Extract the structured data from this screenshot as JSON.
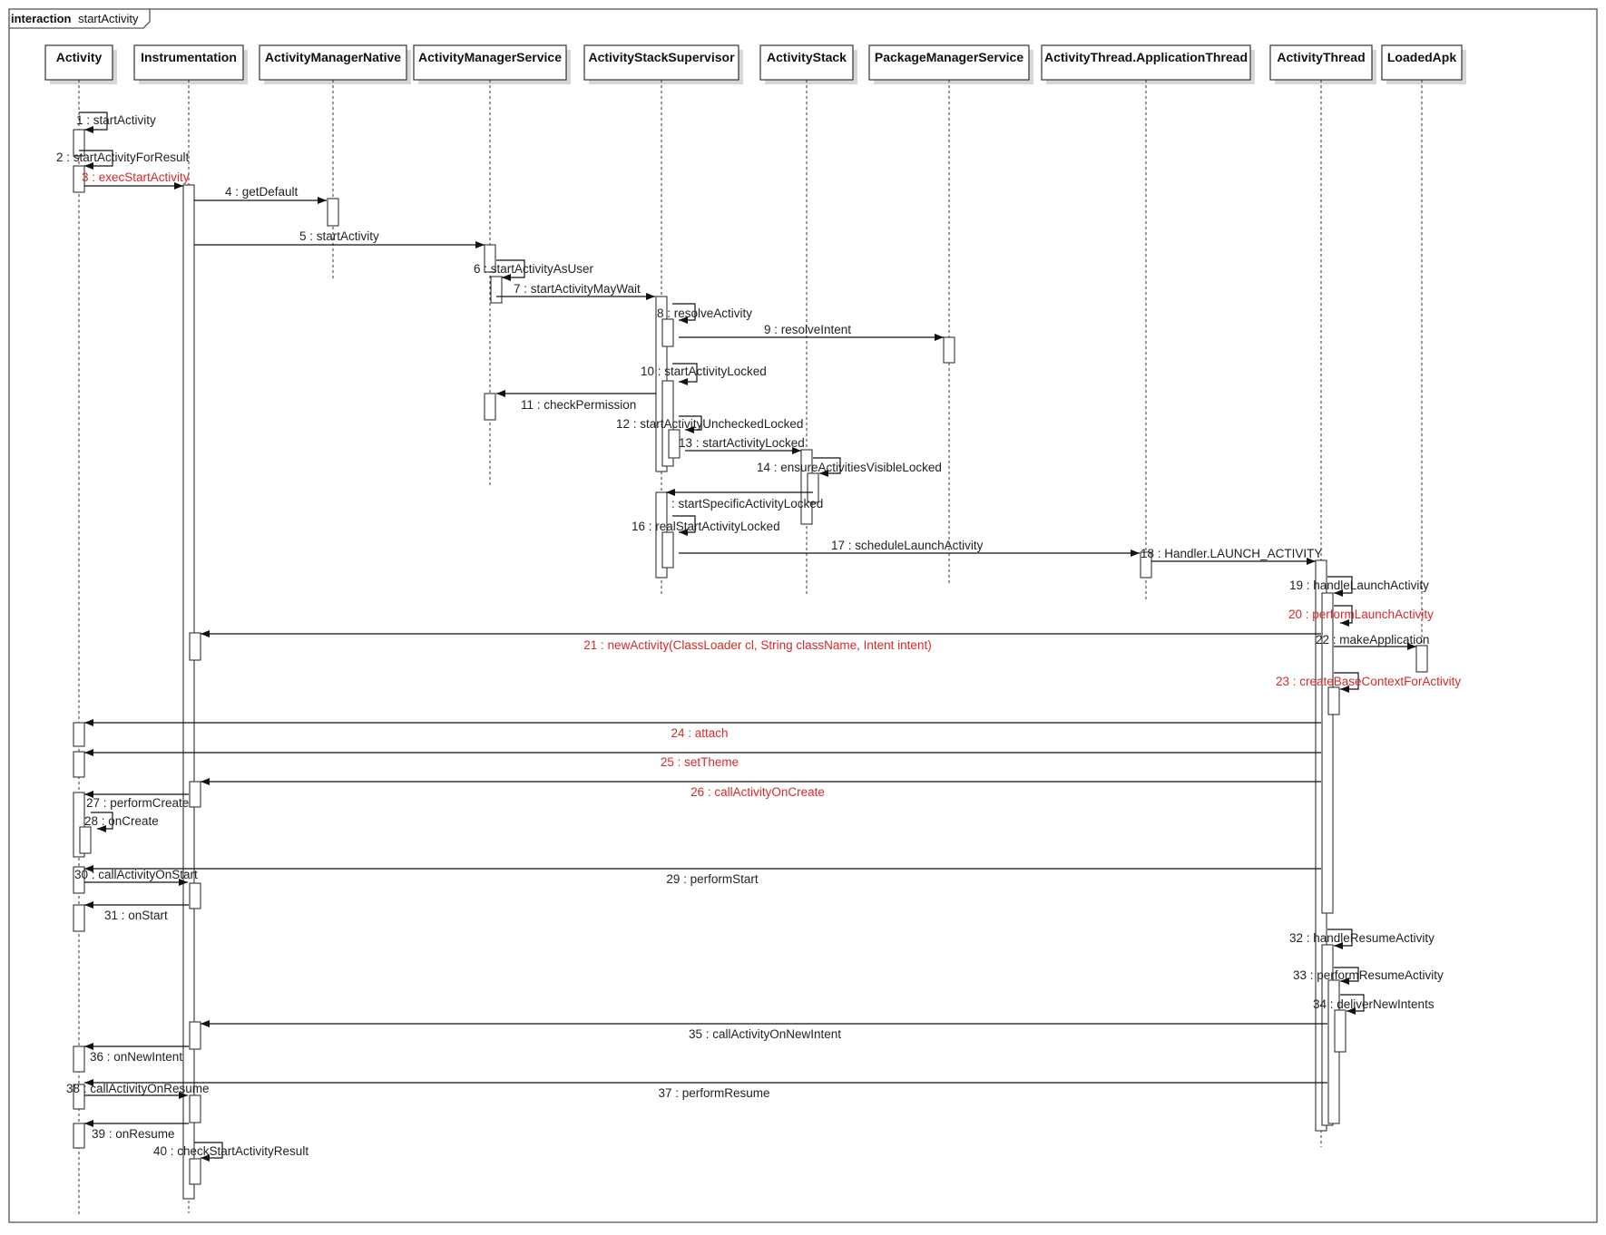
{
  "frame": {
    "keyword": "interaction",
    "name": "startActivity"
  },
  "lifelines": [
    {
      "id": "activity",
      "label": "Activity"
    },
    {
      "id": "instrumentation",
      "label": "Instrumentation"
    },
    {
      "id": "amn",
      "label": "ActivityManagerNative"
    },
    {
      "id": "ams",
      "label": "ActivityManagerService"
    },
    {
      "id": "ass",
      "label": "ActivityStackSupervisor"
    },
    {
      "id": "as",
      "label": "ActivityStack"
    },
    {
      "id": "pms",
      "label": "PackageManagerService"
    },
    {
      "id": "appthread",
      "label": "ActivityThread.ApplicationThread"
    },
    {
      "id": "at",
      "label": "ActivityThread"
    },
    {
      "id": "la",
      "label": "LoadedApk"
    }
  ],
  "messages": [
    {
      "n": 1,
      "label": "1 : startActivity",
      "from": "activity",
      "to": "activity",
      "highlight": false
    },
    {
      "n": 2,
      "label": "2 : startActivityForResult",
      "from": "activity",
      "to": "activity",
      "highlight": false
    },
    {
      "n": 3,
      "label": "3 : execStartActivity",
      "from": "activity",
      "to": "instrumentation",
      "highlight": true
    },
    {
      "n": 4,
      "label": "4 : getDefault",
      "from": "instrumentation",
      "to": "amn",
      "highlight": false
    },
    {
      "n": 5,
      "label": "5 : startActivity",
      "from": "instrumentation",
      "to": "ams",
      "highlight": false
    },
    {
      "n": 6,
      "label": "6 : startActivityAsUser",
      "from": "ams",
      "to": "ams",
      "highlight": false
    },
    {
      "n": 7,
      "label": "7 : startActivityMayWait",
      "from": "ams",
      "to": "ass",
      "highlight": false
    },
    {
      "n": 8,
      "label": "8 : resolveActivity",
      "from": "ass",
      "to": "ass",
      "highlight": false
    },
    {
      "n": 9,
      "label": "9 : resolveIntent",
      "from": "ass",
      "to": "pms",
      "highlight": false
    },
    {
      "n": 10,
      "label": "10 : startActivityLocked",
      "from": "ass",
      "to": "ass",
      "highlight": false
    },
    {
      "n": 11,
      "label": "11 : checkPermission",
      "from": "ass",
      "to": "ams",
      "highlight": false
    },
    {
      "n": 12,
      "label": "12 : startActivityUncheckedLocked",
      "from": "ass",
      "to": "ass",
      "highlight": false
    },
    {
      "n": 13,
      "label": "13 : startActivityLocked",
      "from": "ass",
      "to": "as",
      "highlight": false
    },
    {
      "n": 14,
      "label": "14 : ensureActivitiesVisibleLocked",
      "from": "as",
      "to": "as",
      "highlight": false
    },
    {
      "n": 15,
      "label": ": startSpecificActivityLocked",
      "from": "as",
      "to": "ass",
      "highlight": false
    },
    {
      "n": 16,
      "label": "16 : realStartActivityLocked",
      "from": "ass",
      "to": "ass",
      "highlight": false
    },
    {
      "n": 17,
      "label": "17 : scheduleLaunchActivity",
      "from": "ass",
      "to": "appthread",
      "highlight": false
    },
    {
      "n": 18,
      "label": "18 : Handler.LAUNCH_ACTIVITY",
      "from": "appthread",
      "to": "at",
      "highlight": false
    },
    {
      "n": 19,
      "label": "19 : handleLaunchActivity",
      "from": "at",
      "to": "at",
      "highlight": false
    },
    {
      "n": 20,
      "label": "20 : performLaunchActivity",
      "from": "at",
      "to": "at",
      "highlight": true
    },
    {
      "n": 21,
      "label": "21 : newActivity(ClassLoader cl, String className, Intent intent)",
      "from": "at",
      "to": "instrumentation",
      "highlight": true
    },
    {
      "n": 22,
      "label": "22 : makeApplication",
      "from": "at",
      "to": "la",
      "highlight": false
    },
    {
      "n": 23,
      "label": "23 : createBaseContextForActivity",
      "from": "at",
      "to": "at",
      "highlight": true
    },
    {
      "n": 24,
      "label": "24 : attach",
      "from": "at",
      "to": "activity",
      "highlight": true
    },
    {
      "n": 25,
      "label": "25 : setTheme",
      "from": "at",
      "to": "activity",
      "highlight": true
    },
    {
      "n": 26,
      "label": "26 : callActivityOnCreate",
      "from": "at",
      "to": "instrumentation",
      "highlight": true
    },
    {
      "n": 27,
      "label": "27 : performCreate",
      "from": "instrumentation",
      "to": "activity",
      "highlight": false
    },
    {
      "n": 28,
      "label": "28 : onCreate",
      "from": "activity",
      "to": "activity",
      "highlight": false
    },
    {
      "n": 29,
      "label": "29 : performStart",
      "from": "at",
      "to": "activity",
      "highlight": false
    },
    {
      "n": 30,
      "label": "30 : callActivityOnStart",
      "from": "activity",
      "to": "instrumentation",
      "highlight": false
    },
    {
      "n": 31,
      "label": "31 : onStart",
      "from": "instrumentation",
      "to": "activity",
      "highlight": false
    },
    {
      "n": 32,
      "label": "32 : handleResumeActivity",
      "from": "at",
      "to": "at",
      "highlight": false
    },
    {
      "n": 33,
      "label": "33 : performResumeActivity",
      "from": "at",
      "to": "at",
      "highlight": false
    },
    {
      "n": 34,
      "label": "34 : deliverNewIntents",
      "from": "at",
      "to": "at",
      "highlight": false
    },
    {
      "n": 35,
      "label": "35 : callActivityOnNewIntent",
      "from": "at",
      "to": "instrumentation",
      "highlight": false
    },
    {
      "n": 36,
      "label": "36 : onNewIntent",
      "from": "instrumentation",
      "to": "activity",
      "highlight": false
    },
    {
      "n": 37,
      "label": "37 : performResume",
      "from": "at",
      "to": "activity",
      "highlight": false
    },
    {
      "n": 38,
      "label": "38 : callActivityOnResume",
      "from": "activity",
      "to": "instrumentation",
      "highlight": false
    },
    {
      "n": 39,
      "label": "39 : onResume",
      "from": "instrumentation",
      "to": "activity",
      "highlight": false
    },
    {
      "n": 40,
      "label": "40 : checkStartActivityResult",
      "from": "instrumentation",
      "to": "instrumentation",
      "highlight": false
    }
  ],
  "colors": {
    "highlight": "#d42a2a",
    "text": "#222222",
    "line": "#111111",
    "shadow": "#d7d7d7"
  }
}
